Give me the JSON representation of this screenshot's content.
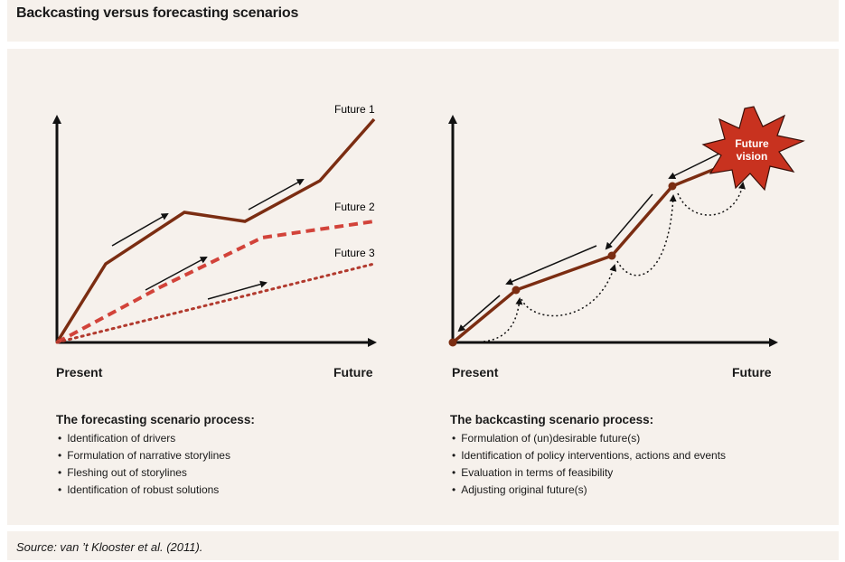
{
  "title": "Backcasting versus forecasting scenarios",
  "source": "Source: van ’t Klooster et al. (2011).",
  "forecasting": {
    "x_start": "Present",
    "x_end": "Future",
    "futures": [
      "Future 1",
      "Future 2",
      "Future 3"
    ],
    "process_title": "The forecasting scenario process:",
    "steps": [
      "Identification of drivers",
      "Formulation of narrative storylines",
      "Fleshing out of storylines",
      "Identification of robust solutions"
    ]
  },
  "backcasting": {
    "x_start": "Present",
    "x_end": "Future",
    "vision_label": [
      "Future",
      "vision"
    ],
    "process_title": "The backcasting scenario process:",
    "steps": [
      "Formulation of (un)desirable future(s)",
      "Identification of policy interventions, actions and events",
      "Evaluation in terms of feasibility",
      "Adjusting original future(s)"
    ]
  },
  "colors": {
    "future1": "#7b2d12",
    "future2": "#d2433a",
    "future3": "#b23a2e",
    "vision_fill": "#c8321f",
    "panel_bg": "#f6f1ec"
  }
}
